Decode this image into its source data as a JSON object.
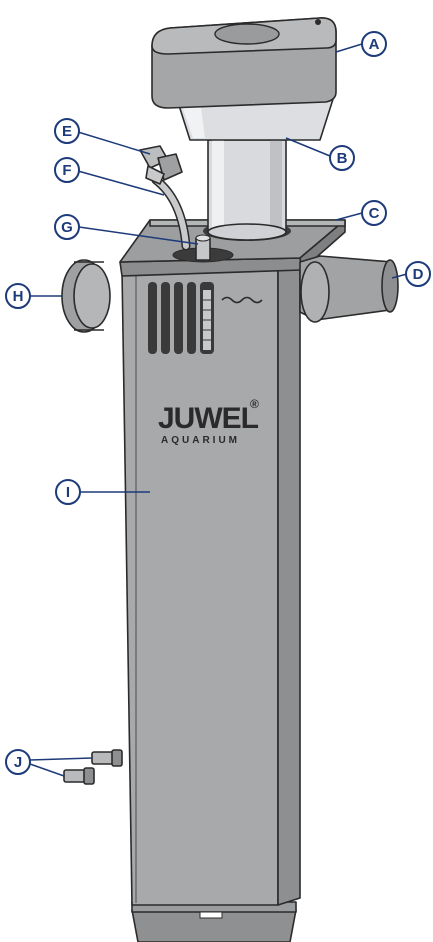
{
  "brand": {
    "logo_word": "JUWEL",
    "logo_sub": "AQUARIUM",
    "logo_mark": "®"
  },
  "callouts": [
    {
      "id": "A",
      "label": "A",
      "part": "lid"
    },
    {
      "id": "B",
      "label": "B",
      "part": "reaction-cup"
    },
    {
      "id": "C",
      "label": "C",
      "part": "top-cover"
    },
    {
      "id": "D",
      "label": "D",
      "part": "outlet-pipe"
    },
    {
      "id": "E",
      "label": "E",
      "part": "air-valve"
    },
    {
      "id": "F",
      "label": "F",
      "part": "air-hose"
    },
    {
      "id": "G",
      "label": "G",
      "part": "air-intake"
    },
    {
      "id": "H",
      "label": "H",
      "part": "bayonet-ring"
    },
    {
      "id": "I",
      "label": "I",
      "part": "housing"
    },
    {
      "id": "J",
      "label": "J",
      "part": "end-plugs"
    }
  ],
  "colors": {
    "callout": "#1d3b7a",
    "housing": "#a7a8aa",
    "housing_dark": "#8d8e90",
    "lid": "#a3a4a6",
    "cup": "#d9dbdd"
  }
}
